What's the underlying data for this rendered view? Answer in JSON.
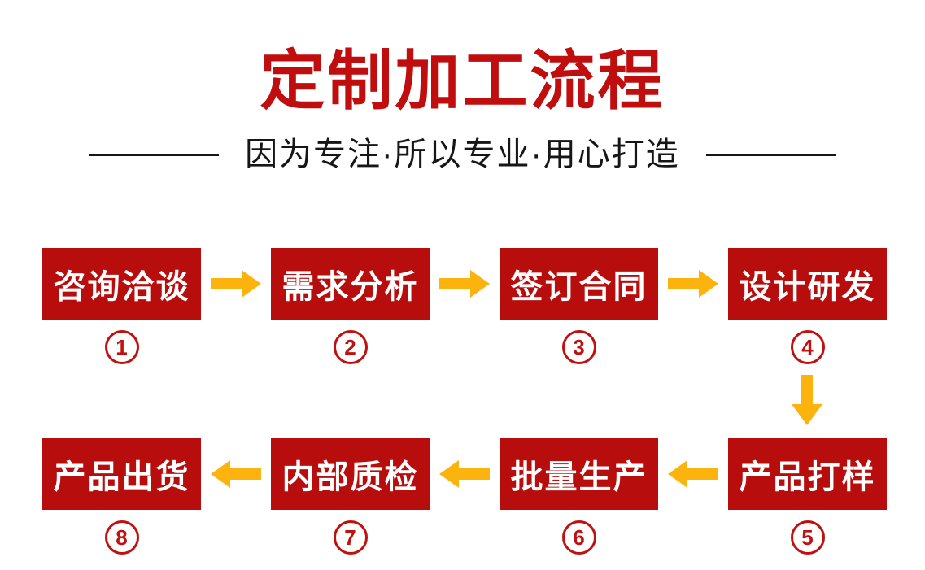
{
  "header": {
    "title": "定制加工流程",
    "subtitle": "因为专注·所以专业·用心打造"
  },
  "steps": [
    {
      "number": "1",
      "label": "咨询洽谈"
    },
    {
      "number": "2",
      "label": "需求分析"
    },
    {
      "number": "3",
      "label": "签订合同"
    },
    {
      "number": "4",
      "label": "设计研发"
    },
    {
      "number": "5",
      "label": "产品打样"
    },
    {
      "number": "6",
      "label": "批量生产"
    },
    {
      "number": "7",
      "label": "内部质检"
    },
    {
      "number": "8",
      "label": "产品出货"
    }
  ],
  "flow": {
    "row1_arrow_direction": "right",
    "row2_arrow_direction": "left",
    "connector_arrow_direction": "down"
  },
  "colors": {
    "box_red": "#b80d0d",
    "title_red": "#c00d0d",
    "circle_red": "#c01111",
    "arrow_yellow": "#fdb30e",
    "text_ink": "#161616",
    "box_text": "#ffffff",
    "background": "#ffffff"
  }
}
